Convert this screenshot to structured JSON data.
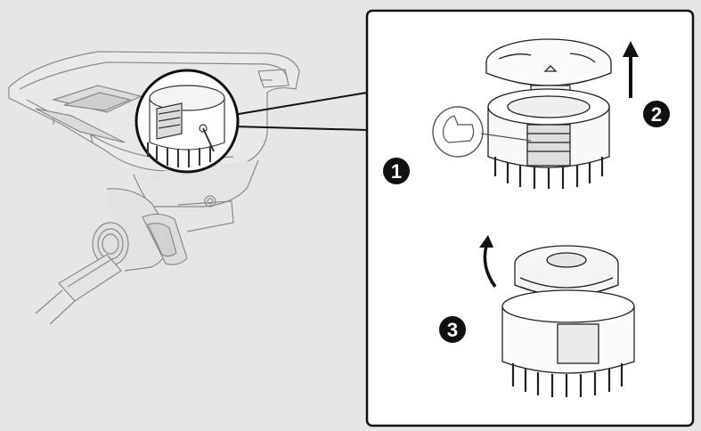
{
  "steps": [
    {
      "label": "1"
    },
    {
      "label": "2"
    },
    {
      "label": "3"
    }
  ],
  "colors": {
    "background": "#e6e6e6",
    "panel": "#ffffff",
    "line": "#222222",
    "badge": "#111111"
  },
  "icons": {
    "arrow_up": "arrow-up-icon",
    "arrow_curved": "curved-arrow-icon",
    "thumb": "thumb-press-icon"
  }
}
